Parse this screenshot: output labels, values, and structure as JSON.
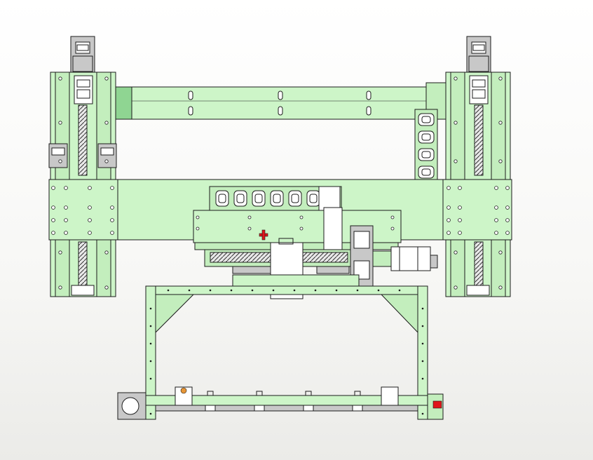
{
  "drawing": {
    "view": "front",
    "colors": {
      "frame_fill": "#cdf5c8",
      "frame_fill_alt": "#c3eebd",
      "frame_shade": "#8fd592",
      "steel_grey": "#c8c8c8",
      "outline": "#1c1c1c",
      "accent_red": "#e0161b",
      "accent_orange": "#e79637"
    },
    "parts": [
      "left-linear-axis",
      "right-linear-axis",
      "upper-crossbeam",
      "main-crossbeam",
      "carriage-plate",
      "horizontal-drag-chain",
      "vertical-drag-chain",
      "servo-motor",
      "gripper-frame",
      "bottom-rail",
      "suction-cups"
    ]
  }
}
